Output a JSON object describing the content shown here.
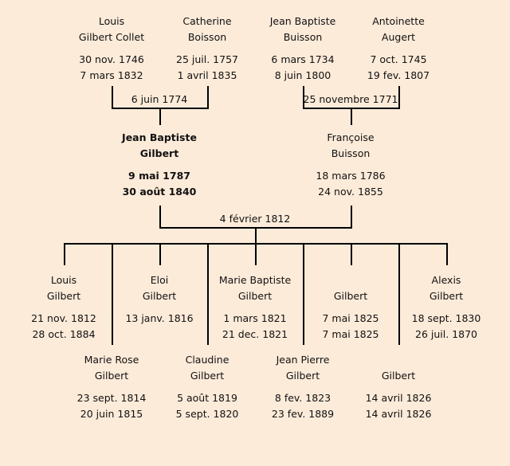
{
  "background": "#fdebd9",
  "grandparents": [
    {
      "first": "Louis",
      "last": "Gilbert Collet",
      "birth": "30 nov. 1746",
      "death": "7 mars 1832"
    },
    {
      "first": "Catherine",
      "last": "Boisson",
      "birth": "25 juil. 1757",
      "death": "1 avril 1835"
    },
    {
      "first": "Jean Baptiste",
      "last": "Buisson",
      "birth": "6 mars 1734",
      "death": "8 juin 1800"
    },
    {
      "first": "Antoinette",
      "last": "Augert",
      "birth": "7 oct. 1745",
      "death": "19 fev. 1807"
    }
  ],
  "marriages": {
    "paternal": "6 juin 1774",
    "maternal": "25 novembre 1771",
    "parents": "4 février 1812"
  },
  "parents": [
    {
      "first": "Jean Baptiste",
      "last": "Gilbert",
      "birth": "9 mai 1787",
      "death": "30 août 1840",
      "highlighted": true
    },
    {
      "first": "Françoise",
      "last": "Buisson",
      "birth": "18 mars 1786",
      "death": "24 nov. 1855"
    }
  ],
  "children": [
    {
      "first": "Louis",
      "last": "Gilbert",
      "birth": "21 nov. 1812",
      "death": "28 oct. 1884"
    },
    {
      "first": "Marie Rose",
      "last": "Gilbert",
      "birth": "23 sept. 1814",
      "death": "20 juin 1815"
    },
    {
      "first": "Eloi",
      "last": "Gilbert",
      "birth": "13 janv. 1816",
      "death": ""
    },
    {
      "first": "Claudine",
      "last": "Gilbert",
      "birth": "5 août 1819",
      "death": "5 sept. 1820"
    },
    {
      "first": "Marie Baptiste",
      "last": "Gilbert",
      "birth": "1 mars 1821",
      "death": "21 dec. 1821"
    },
    {
      "first": "Jean Pierre",
      "last": "Gilbert",
      "birth": "8 fev. 1823",
      "death": "23 fev. 1889"
    },
    {
      "first": "",
      "last": "Gilbert",
      "birth": "7 mai 1825",
      "death": "7 mai 1825"
    },
    {
      "first": "",
      "last": "Gilbert",
      "birth": "14 avril 1826",
      "death": "14 avril 1826"
    },
    {
      "first": "Alexis",
      "last": "Gilbert",
      "birth": "18 sept. 1830",
      "death": "26 juil. 1870"
    }
  ]
}
